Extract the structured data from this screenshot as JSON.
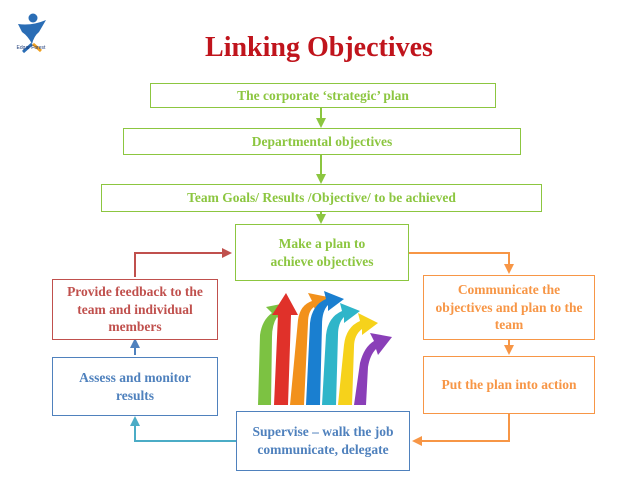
{
  "logo": {
    "caption": "Edgar Forest"
  },
  "title": "Linking Objectives",
  "boxes": {
    "strategic_plan": "The corporate ‘strategic’ plan",
    "departmental": "Departmental objectives",
    "team_goals": "Team Goals/ Results /Objective/ to be achieved",
    "make_plan": "Make a plan to achieve objectives",
    "communicate": "Communicate the objectives and plan to the team",
    "put_into_action": "Put the plan into action",
    "supervise": "Supervise – walk the job communicate, delegate",
    "assess": "Assess and monitor results",
    "feedback": "Provide feedback to the team and individual members"
  },
  "colors": {
    "title": "#c0141c",
    "hierarchy": "#8cc640",
    "feedback": "#c0504d",
    "communicate": "#f79646",
    "monitor": "#4f81bd",
    "supervise_arrow": "#4bacc6"
  }
}
